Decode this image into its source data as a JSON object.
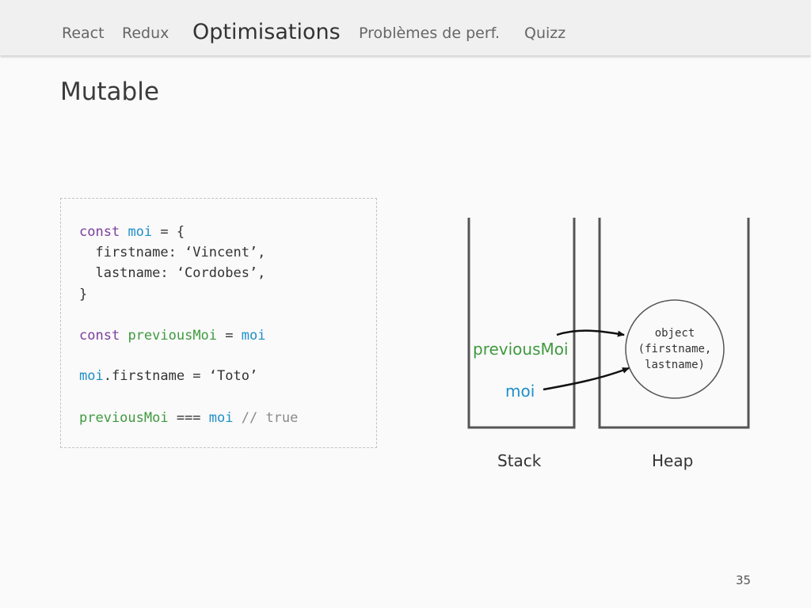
{
  "nav": {
    "items": [
      {
        "label": "React"
      },
      {
        "label": "Redux"
      },
      {
        "label": "Optimisations",
        "active": true
      },
      {
        "label": "Problèmes de perf."
      },
      {
        "label": "Quizz"
      }
    ]
  },
  "slide": {
    "title": "Mutable",
    "page_number": "35"
  },
  "code": {
    "l1_kw": "const",
    "l1_var": "moi",
    "l1_rest": " = {",
    "l2": "  firstname: ‘Vincent’,",
    "l3": "  lastname: ‘Cordobes’,",
    "l4": "}",
    "l5_kw": "const",
    "l5_var": "previousMoi",
    "l5_op": " = ",
    "l5_val": "moi",
    "l6_var": "moi",
    "l6_rest": ".firstname = ‘Toto’",
    "l7_var": "previousMoi",
    "l7_op": " === ",
    "l7_val": "moi",
    "l7_cmt": " // true"
  },
  "diagram": {
    "stack_label": "Stack",
    "heap_label": "Heap",
    "ref_previous": "previousMoi",
    "ref_moi": "moi",
    "object_lines": [
      "object",
      "(firstname,",
      "lastname)"
    ],
    "colors": {
      "previous": "#3f9a3f",
      "moi": "#1f8fc9",
      "keyword": "#7b3e9b",
      "comment": "#8a8a8a"
    }
  }
}
